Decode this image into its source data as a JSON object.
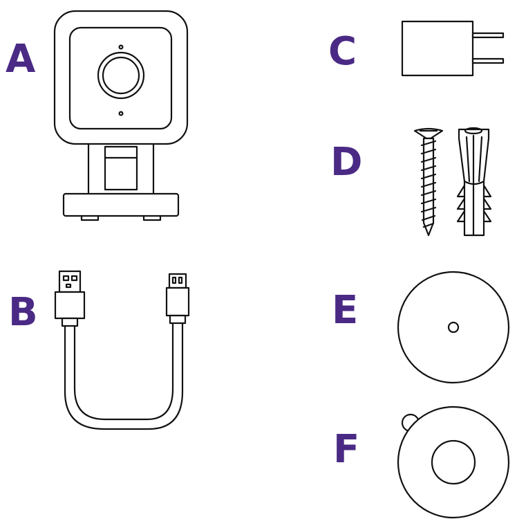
{
  "colors": {
    "label": "#4a2a85",
    "line": "#111111",
    "background": "#ffffff"
  },
  "labels": {
    "a": "A",
    "b": "B",
    "c": "C",
    "d": "D",
    "e": "E",
    "f": "F"
  },
  "items": [
    {
      "key": "a",
      "icon": "security-camera-icon"
    },
    {
      "key": "b",
      "icon": "usb-cable-icon"
    },
    {
      "key": "c",
      "icon": "power-adapter-icon"
    },
    {
      "key": "d",
      "icon": "screw-and-anchor-icon"
    },
    {
      "key": "e",
      "icon": "adhesive-pad-icon"
    },
    {
      "key": "f",
      "icon": "mounting-disc-icon"
    }
  ]
}
